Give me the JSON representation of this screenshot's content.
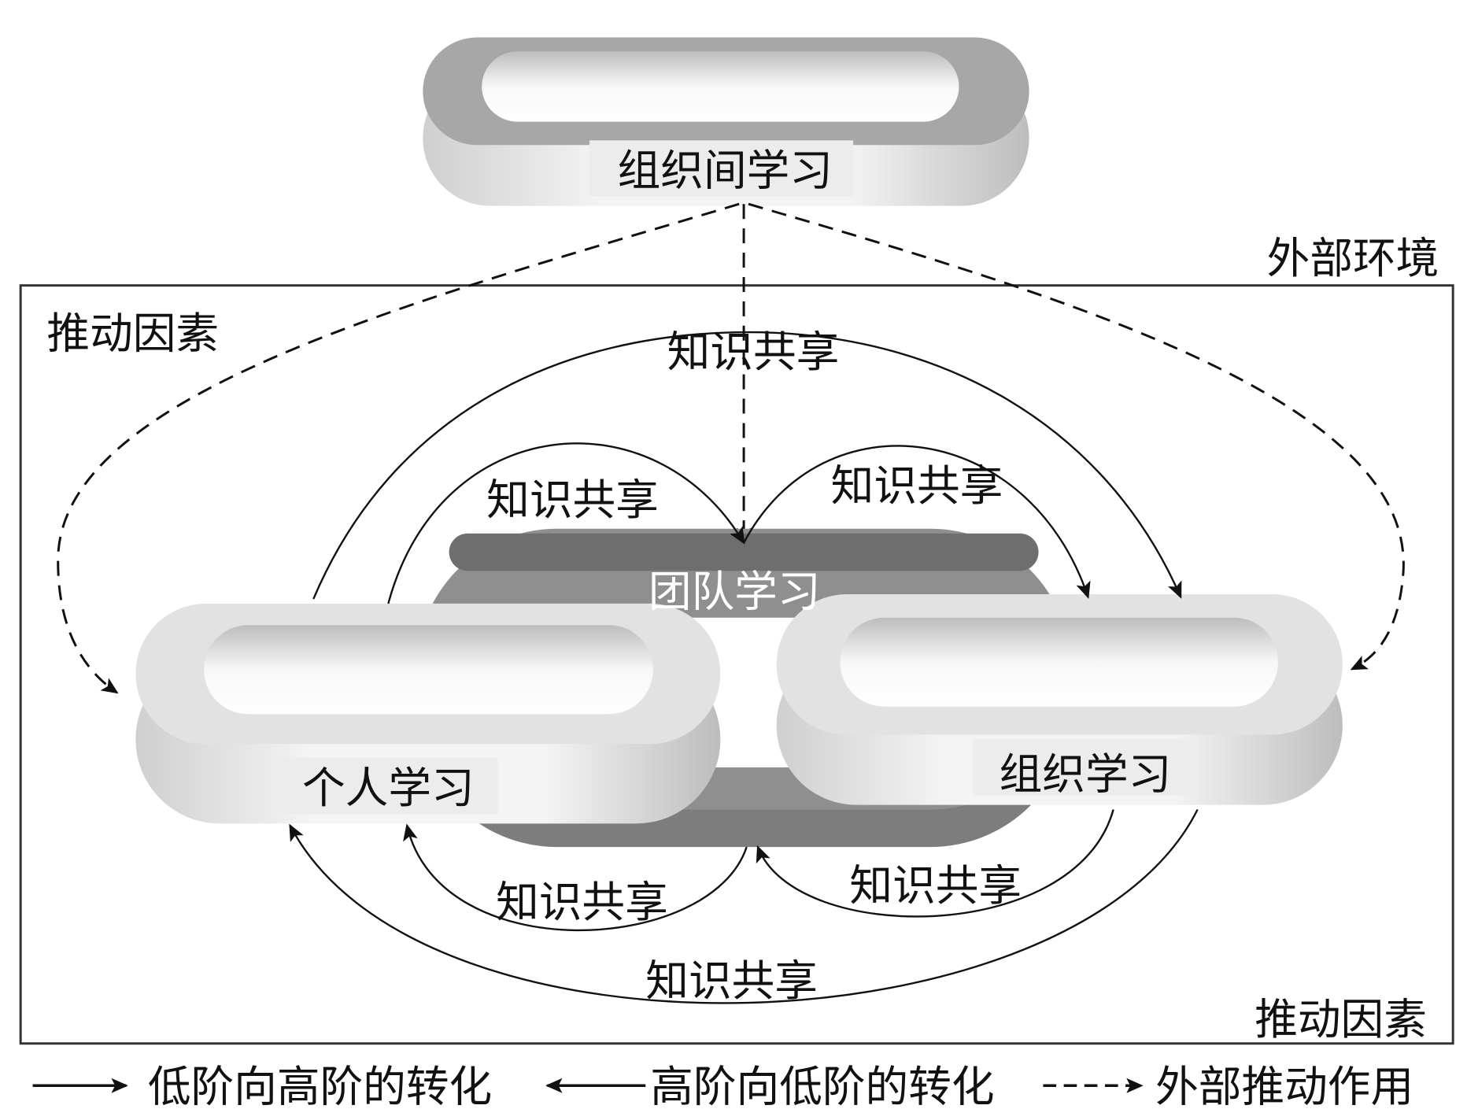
{
  "nodes": {
    "inter_org": "组织间学习",
    "team": "团队学习",
    "individual": "个人学习",
    "organization": "组织学习"
  },
  "regions": {
    "environment": "外部环境",
    "drivers_top": "推动因素",
    "drivers_bottom": "推动因素"
  },
  "edges": {
    "top_outer": "知识共享",
    "top_left": "知识共享",
    "top_right": "知识共享",
    "bottom_left": "知识共享",
    "bottom_right": "知识共享",
    "bottom_outer": "知识共享"
  },
  "legend": {
    "low_to_high": "低阶向高阶的转化",
    "high_to_low": "高阶向低阶的转化",
    "external": "外部推动作用"
  },
  "colors": {
    "ring_light": "#e6e6e6",
    "ring_dark": "#7a7a7a",
    "line": "#111111"
  }
}
